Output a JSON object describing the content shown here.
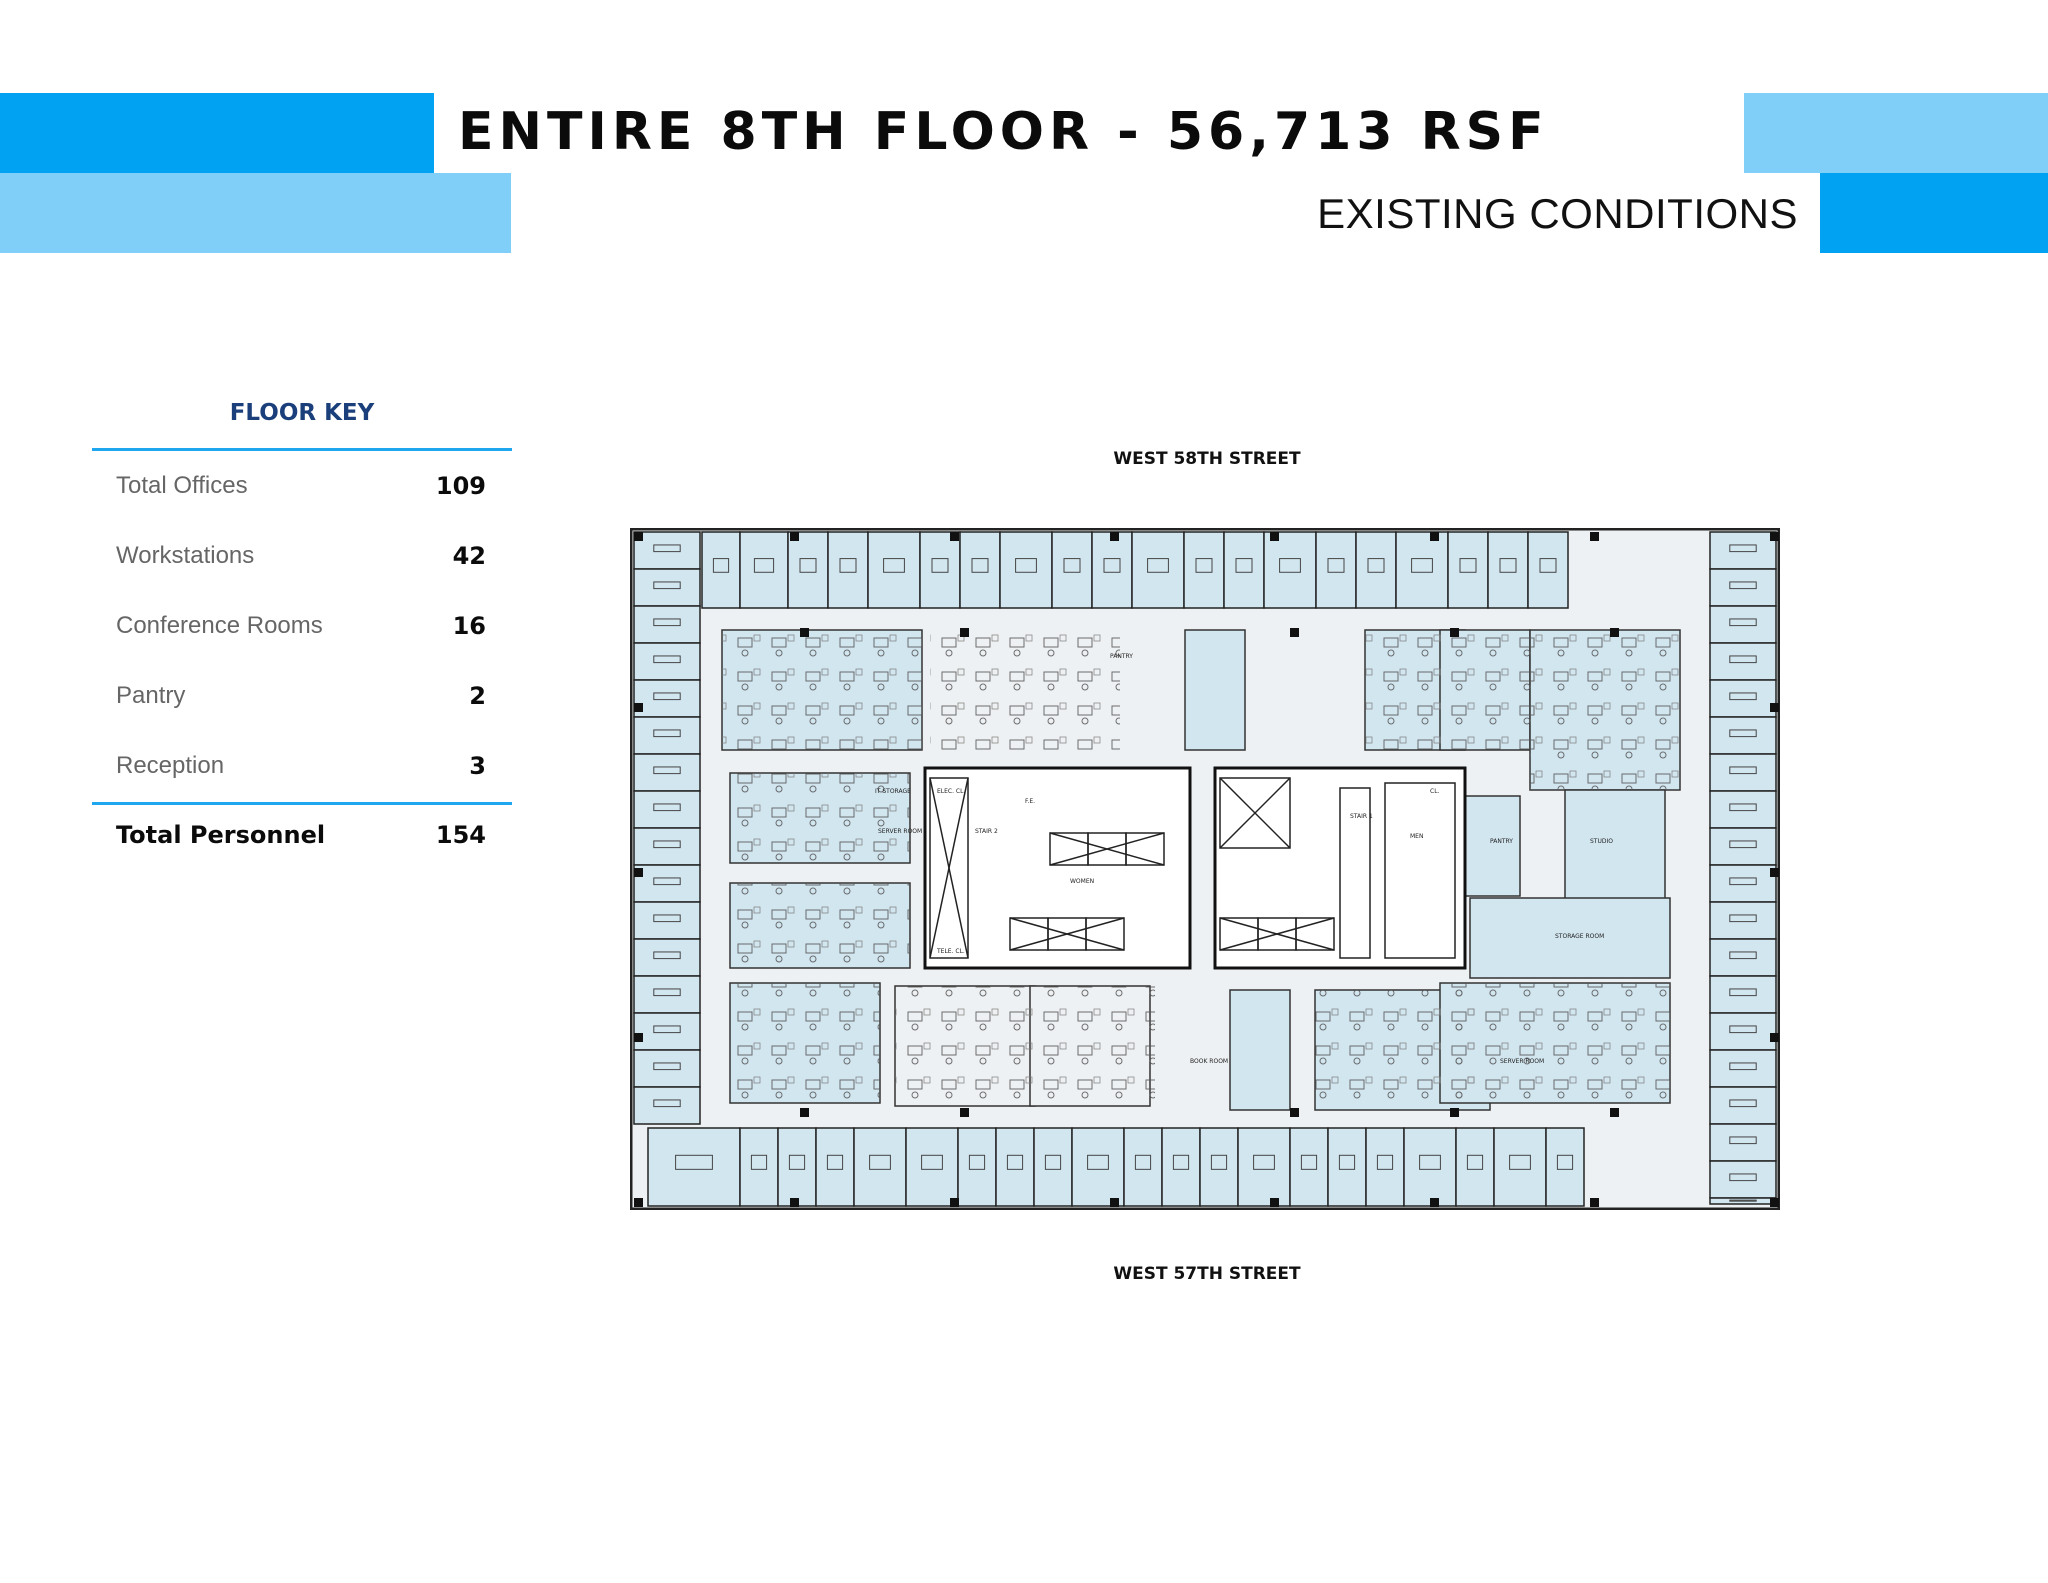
{
  "header": {
    "title": "ENTIRE 8TH FLOOR - 56,713 RSF",
    "subtitle": "EXISTING CONDITIONS",
    "colors": {
      "primary_blue": "#00a2f1",
      "light_blue": "#7fcff8"
    }
  },
  "floor_key": {
    "heading": "FLOOR KEY",
    "rows": [
      {
        "label": "Total Offices",
        "value": "109"
      },
      {
        "label": "Workstations",
        "value": "42"
      },
      {
        "label": "Conference Rooms",
        "value": "16"
      },
      {
        "label": "Pantry",
        "value": "2"
      },
      {
        "label": "Reception",
        "value": "3"
      }
    ],
    "total": {
      "label": "Total Personnel",
      "value": "154"
    }
  },
  "plan": {
    "north_street": "WEST 58TH STREET",
    "south_street": "WEST 57TH STREET",
    "room_labels": {
      "pantry_top": "PANTRY",
      "it_storage": "IT STORAGE",
      "server_room_left": "SERVER ROOM",
      "elec_cl": "ELEC. CL.",
      "tele_cl": "TELE. CL.",
      "fe": "F.E.",
      "stair_2": "STAIR 2",
      "stair_1": "STAIR 1",
      "women": "WOMEN",
      "men": "MEN",
      "cl": "CL.",
      "pantry_right": "PANTRY",
      "studio": "STUDIO",
      "storage_room": "STORAGE ROOM",
      "server_room_right": "SERVER ROOM",
      "book_room": "BOOK ROOM"
    },
    "colors": {
      "room_fill": "#d2e6f0",
      "corridor_fill": "#eef1f3",
      "wall": "#222222"
    }
  }
}
